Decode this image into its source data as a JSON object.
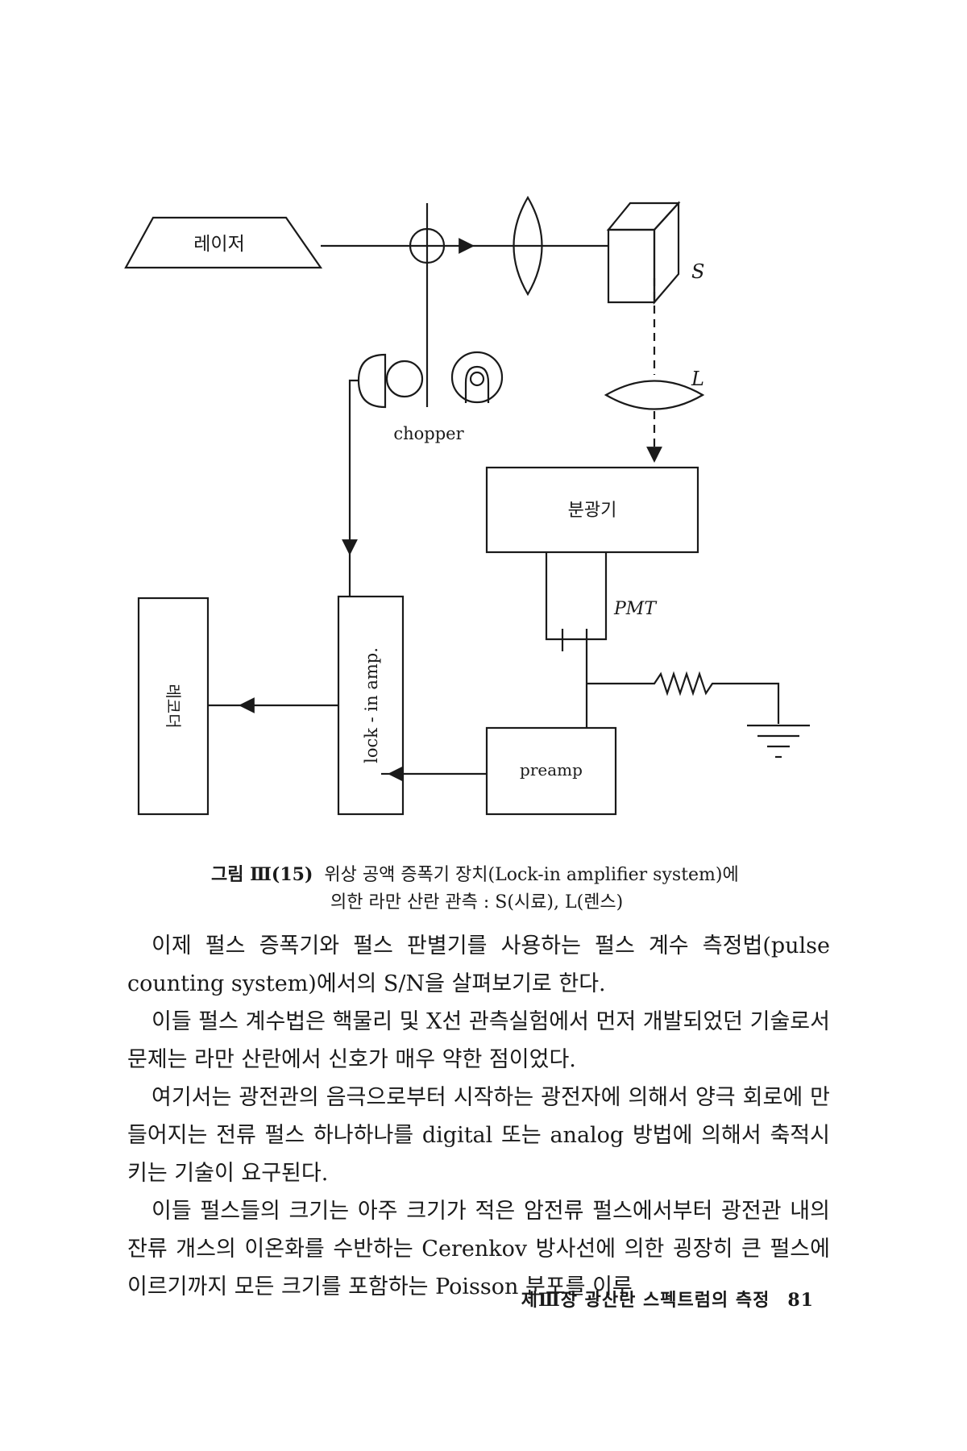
{
  "diagram": {
    "laser_label": "레이저",
    "sample_label": "S",
    "lens_label": "L",
    "chopper_label": "chopper",
    "spectrometer_label": "분광기",
    "pmt_label": "PMT",
    "recorder_label": "레코더",
    "lockin_label": "lock - in amp.",
    "preamp_label": "preamp"
  },
  "caption": {
    "figure_label": "그림 Ⅲ(15)",
    "line1": "위상 공액 증폭기 장치(Lock-in amplifier system)에",
    "line2": "의한 라만 산란 관측 : S(시료),  L(렌스)"
  },
  "paragraphs": [
    "이제 펄스 증폭기와 펄스 판별기를 사용하는 펄스 계수 측정법(pulse counting system)에서의 S/N을 살펴보기로 한다.",
    "이들 펄스 계수법은 핵물리 및 X선 관측실험에서 먼저 개발되었던 기술로서 문제는 라만 산란에서 신호가 매우 약한 점이었다.",
    "여기서는 광전관의 음극으로부터 시작하는 광전자에 의해서 양극 회로에 만들어지는 전류 펄스 하나하나를 digital 또는 analog 방법에 의해서 축적시키는 기술이 요구된다.",
    "이들 펄스들의 크기는 아주 크기가 적은 암전류 펄스에서부터 광전관 내의 잔류 개스의 이온화를 수반하는 Cerenkov 방사선에 의한 굉장히 큰 펄스에 이르기까지 모든 크기를 포함하는 Poisson 분포를 이루"
  ],
  "footer": {
    "chapter": "제Ⅲ장  광산란 스펙트럼의 측정",
    "page": "81"
  }
}
